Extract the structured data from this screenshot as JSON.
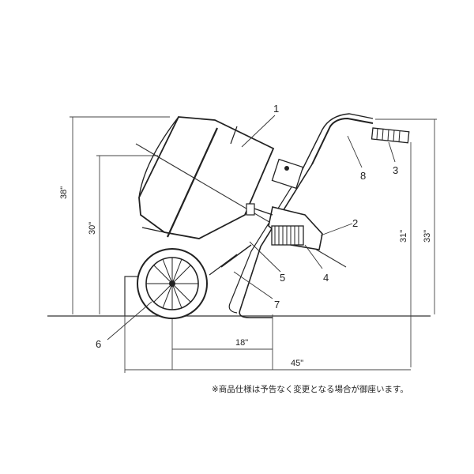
{
  "callouts": {
    "c1": "1",
    "c2": "2",
    "c3": "3",
    "c4": "4",
    "c5": "5",
    "c6": "6",
    "c7": "7",
    "c8": "8"
  },
  "dimensions": {
    "height_38": "38\"",
    "height_30": "30\"",
    "height_31": "31\"",
    "height_33": "33\"",
    "width_18": "18\"",
    "width_45": "45\""
  },
  "note": "※商品仕様は予告なく変更となる場合が御座います。"
}
